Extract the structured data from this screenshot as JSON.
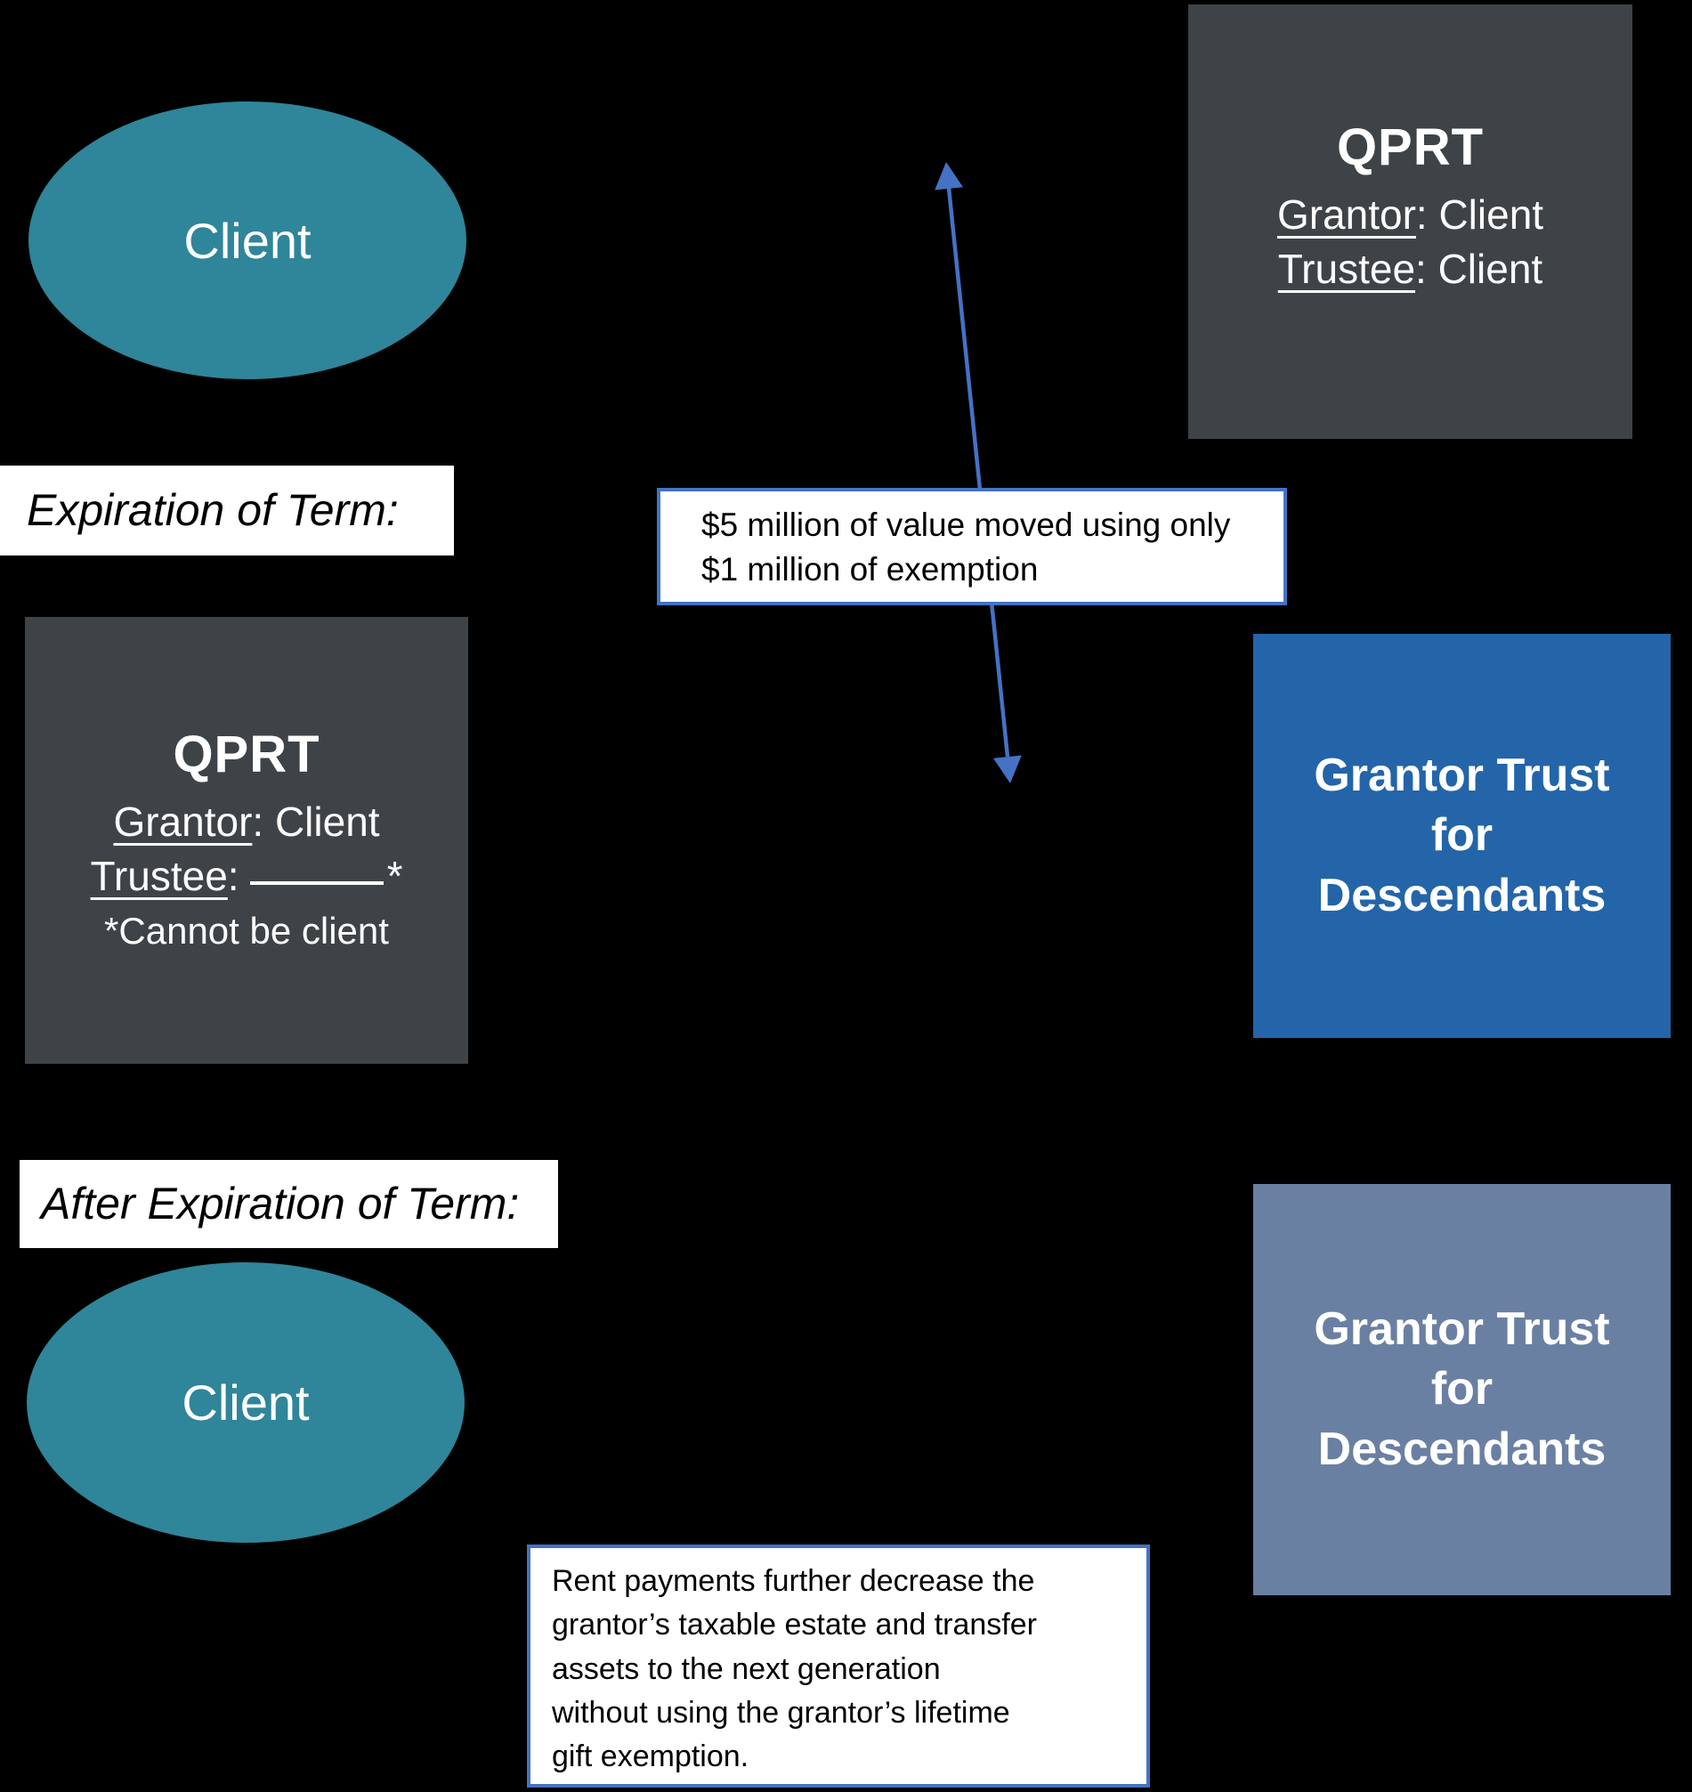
{
  "colors": {
    "background": "#000000",
    "client_ellipse": "#2F8599",
    "qprt_box": "#3E4347",
    "grantor_trust_during": "#2365A8",
    "grantor_trust_after": "#6A80A2",
    "arrow_and_callout_border": "#4472C4",
    "text_on_shapes": "#FFFFFF",
    "callout_text": "#000000"
  },
  "section_labels": {
    "expiration": "Expiration of Term:",
    "after_expiration": "After Expiration of Term:"
  },
  "ellipses": {
    "top": {
      "label": "Client"
    },
    "bottom": {
      "label": "Client"
    }
  },
  "qprt_right": {
    "title": "QPRT",
    "grantor_label": "Grantor",
    "grantor_value": ": Client",
    "trustee_label": "Trustee",
    "trustee_value": ": Client"
  },
  "qprt_left": {
    "title": "QPRT",
    "grantor_label": "Grantor",
    "grantor_value": ": Client",
    "trustee_label": "Trustee",
    "trustee_colon": ":",
    "asterisk": "*",
    "footnote": "*Cannot be client"
  },
  "trusts": {
    "during_term": {
      "text": "Grantor Trust\nfor\nDescendants"
    },
    "after_term": {
      "text": "Grantor Trust\nfor\nDescendants"
    }
  },
  "callouts": {
    "exemption": {
      "text": "$5 million of value moved using only\n$1 million of exemption"
    },
    "rent": {
      "text": "Rent payments further decrease the\ngrantor’s taxable estate and transfer\nassets to the next generation\nwithout using the grantor’s lifetime\ngift exemption."
    }
  }
}
